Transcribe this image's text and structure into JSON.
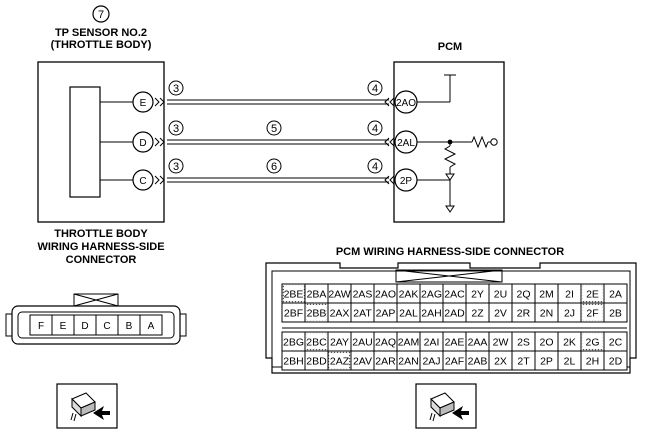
{
  "sensor": {
    "number": "7",
    "title_line1": "TP SENSOR NO.2",
    "title_line2": "(THROTTLE BODY)",
    "pins": [
      "E",
      "D",
      "C"
    ]
  },
  "pcm": {
    "title": "PCM",
    "pins": [
      "2AO",
      "2AL",
      "2P"
    ]
  },
  "wires": [
    {
      "left_tag": "3",
      "mid_tag": "",
      "right_tag": "4"
    },
    {
      "left_tag": "3",
      "mid_tag": "5",
      "right_tag": "4"
    },
    {
      "left_tag": "3",
      "mid_tag": "6",
      "right_tag": "4"
    }
  ],
  "throttle_connector": {
    "caption_line1": "THROTTLE BODY",
    "caption_line2": "WIRING HARNESS-SIDE",
    "caption_line3": "CONNECTOR",
    "pins": [
      "F",
      "E",
      "D",
      "C",
      "B",
      "A"
    ]
  },
  "pcm_connector": {
    "caption": "PCM WIRING HARNESS-SIDE CONNECTOR",
    "rows": [
      [
        "2BE",
        "2BA",
        "2AW",
        "2AS",
        "2AO",
        "2AK",
        "2AG",
        "2AC",
        "2Y",
        "2U",
        "2Q",
        "2M",
        "2I",
        "2E",
        "2A"
      ],
      [
        "2BF",
        "2BB",
        "2AX",
        "2AT",
        "2AP",
        "2AL",
        "2AH",
        "2AD",
        "2Z",
        "2V",
        "2R",
        "2N",
        "2J",
        "2F",
        "2B"
      ],
      [
        "2BG",
        "2BC",
        "2AY",
        "2AU",
        "2AQ",
        "2AM",
        "2AI",
        "2AE",
        "2AA",
        "2W",
        "2S",
        "2O",
        "2K",
        "2G",
        "2C"
      ],
      [
        "2BH",
        "2BD",
        "2AZ",
        "2AV",
        "2AR",
        "2AN",
        "2AJ",
        "2AF",
        "2AB",
        "2X",
        "2T",
        "2P",
        "2L",
        "2H",
        "2D"
      ]
    ]
  }
}
